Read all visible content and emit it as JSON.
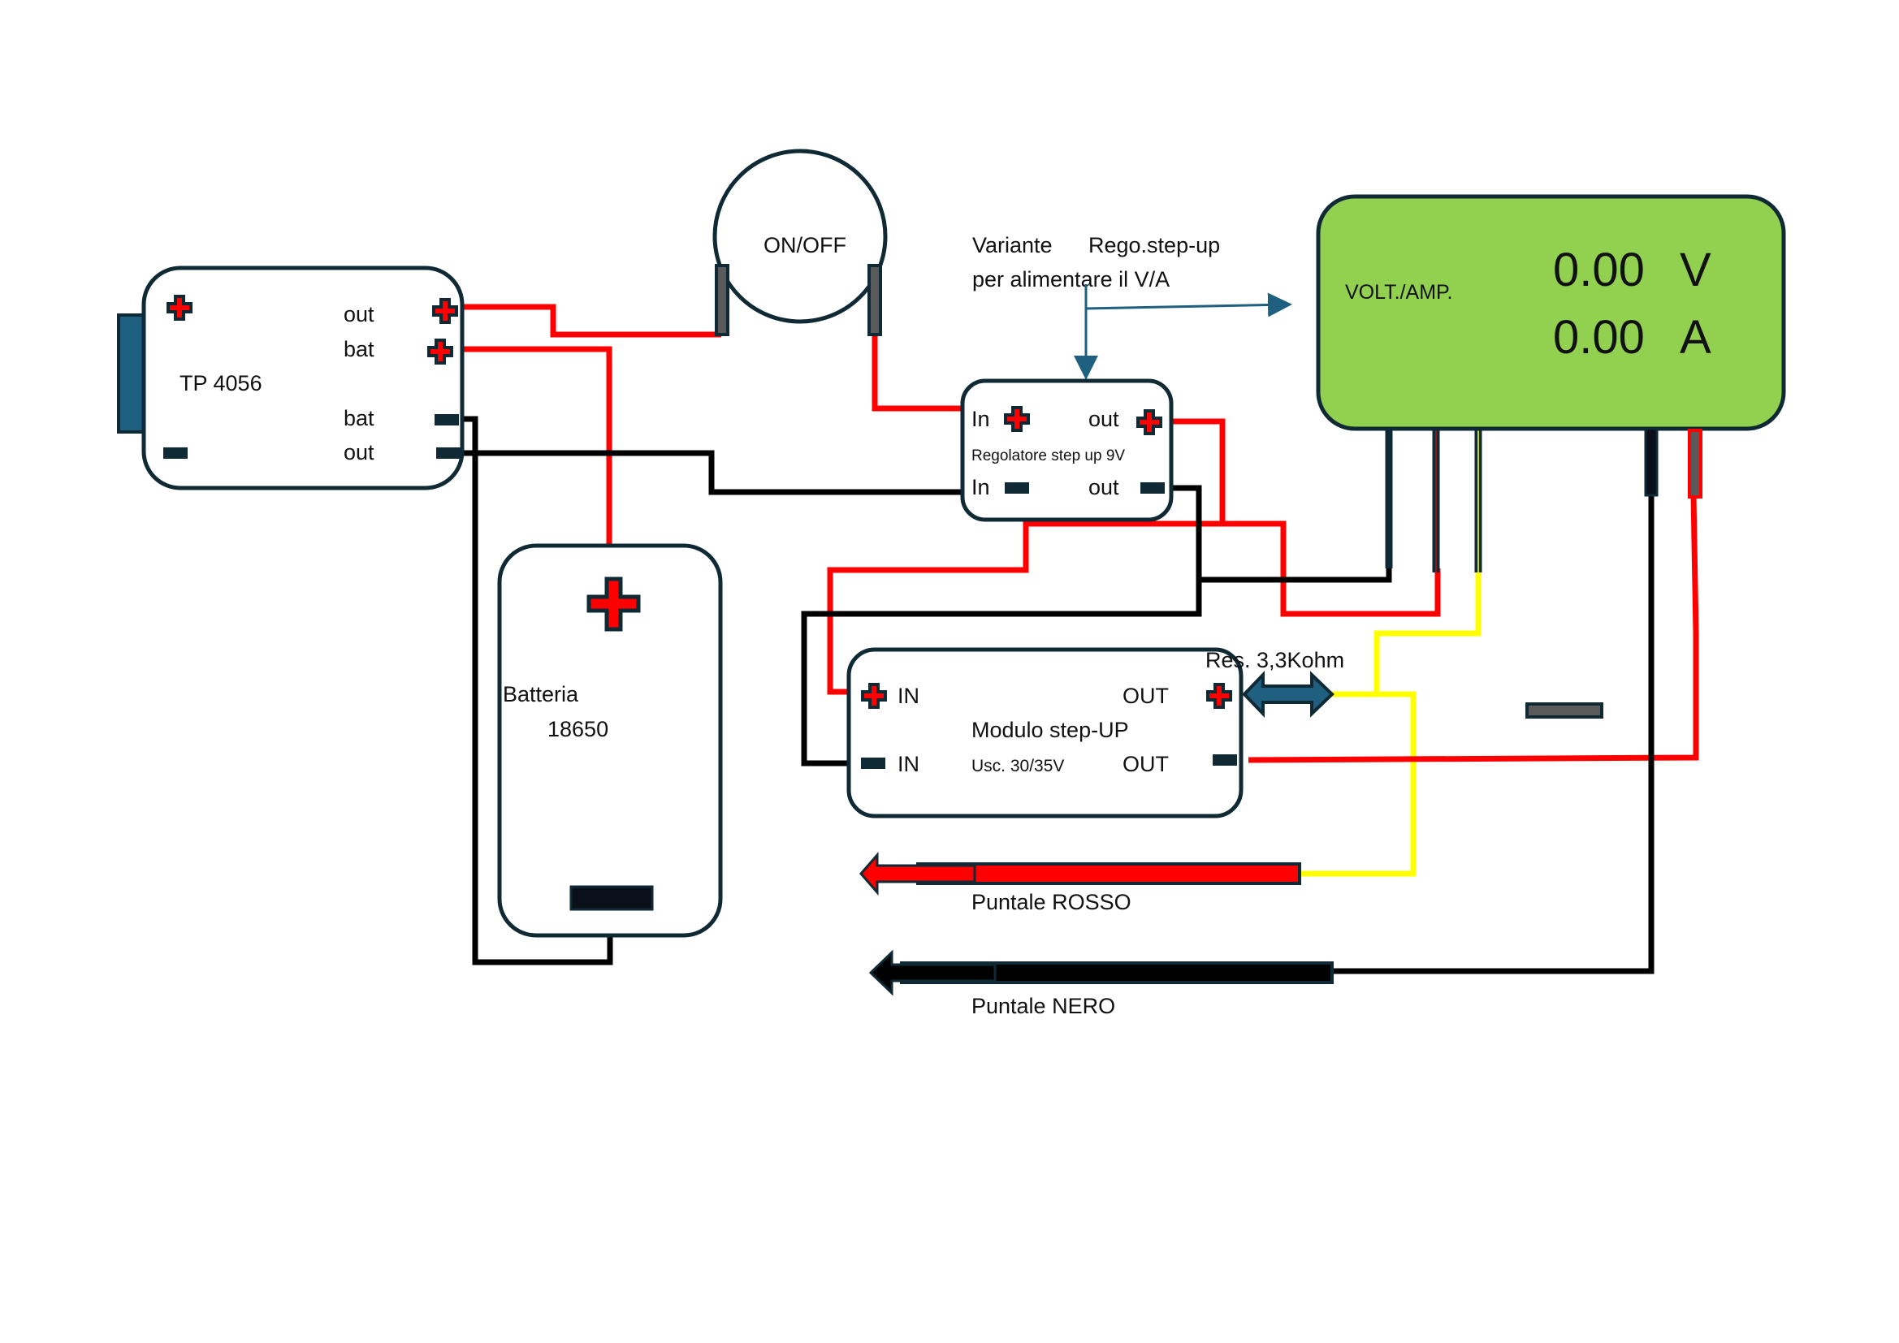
{
  "switch": {
    "label": "ON/OFF"
  },
  "tp4056": {
    "name": "TP 4056",
    "pins": {
      "out_plus": "out",
      "bat_plus": "bat",
      "bat_minus": "bat",
      "out_minus": "out"
    }
  },
  "battery": {
    "line1": "Batteria",
    "line2": "18650"
  },
  "note": {
    "line1a": "Variante",
    "line1b": "Rego.step-up",
    "line2": "per alimentare il V/A"
  },
  "regulator": {
    "in_plus": "In",
    "out_plus": "out",
    "title": "Regolatore step up 9V",
    "in_minus": "In",
    "out_minus": "out"
  },
  "meter": {
    "label": "VOLT./AMP.",
    "voltage": "0.00",
    "voltage_unit": "V",
    "current": "0.00",
    "current_unit": "A",
    "color": "#92d050"
  },
  "stepup": {
    "in_plus": "IN",
    "out_plus": "OUT",
    "title": "Modulo step-UP",
    "in_minus": "IN",
    "subtitle": "Usc. 30/35V",
    "out_minus": "OUT"
  },
  "resistor": {
    "label": "Res. 3,3Kohm"
  },
  "probes": {
    "red": "Puntale ROSSO",
    "black": "Puntale NERO"
  },
  "colors": {
    "red_wire": "#ff0000",
    "black_wire": "#000000",
    "yellow_wire": "#ffff00",
    "outline": "#0f2a35",
    "arrow_blue": "#1f5f7f",
    "terminal_gray": "#5a5a5a"
  }
}
